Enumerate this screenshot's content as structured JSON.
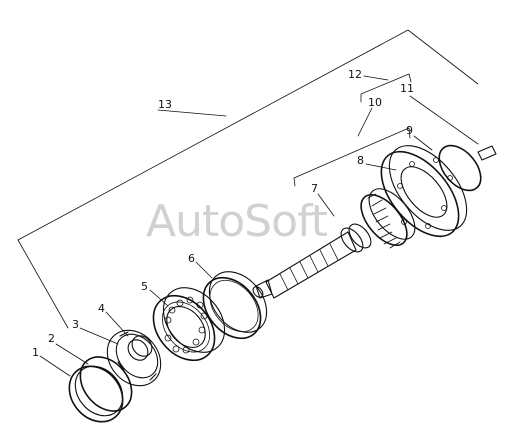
{
  "watermark": "AutoSoft",
  "callouts": {
    "p1": "1",
    "p2": "2",
    "p3": "3",
    "p4": "4",
    "p5": "5",
    "p6": "6",
    "p7": "7",
    "p8": "8",
    "p9": "9",
    "p10": "10",
    "p11": "11",
    "p12": "12",
    "p13": "13"
  }
}
